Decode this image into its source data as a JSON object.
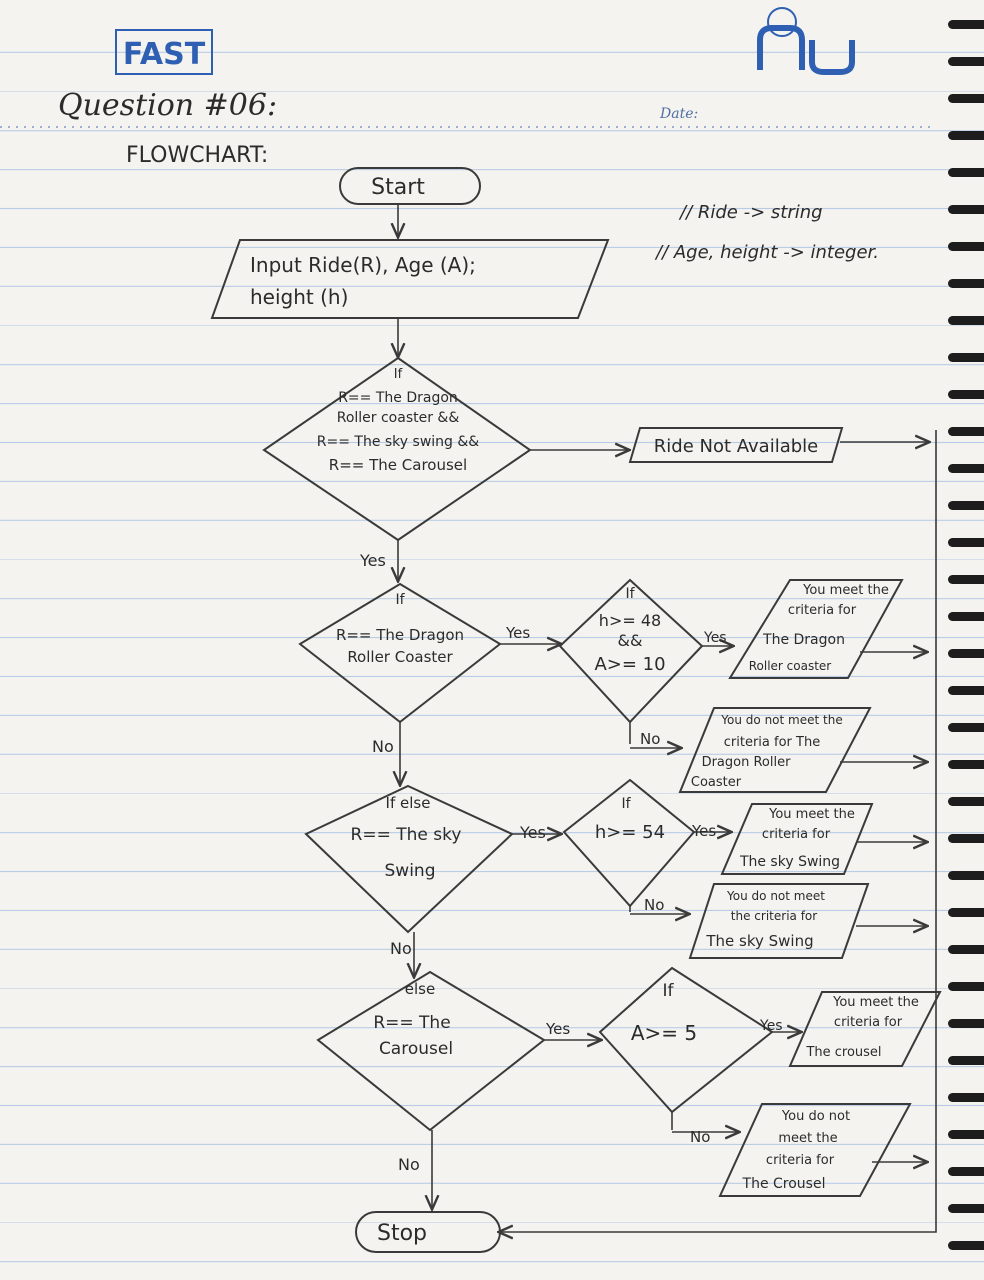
{
  "header": {
    "logo_text": "FAST",
    "question": "Question #06:",
    "subtitle": "FLOWCHART:",
    "date_label": "Date:"
  },
  "notes": {
    "line1": "// Ride -> string",
    "line2": "// Age, height -> integer."
  },
  "flowchart": {
    "start": "Start",
    "input": [
      "Input Ride(R), Age (A);",
      "height (h)"
    ],
    "decision_main": [
      "If",
      "R== The Dragon",
      "Roller coaster &&",
      "R== The sky swing &&",
      "R== The Carousel"
    ],
    "ride_not_available": "Ride Not Available",
    "yes_main": "Yes",
    "decision_dragon": [
      "If",
      "R== The Dragon",
      "Roller Coaster"
    ],
    "yes_dragon": "Yes",
    "decision_dragon_crit": [
      "If",
      "h>= 48",
      "&&",
      "A>= 10"
    ],
    "yes_dragon_crit": "Yes",
    "out_dragon_yes": [
      "You meet the",
      "criteria for",
      "The Dragon",
      "Roller coaster"
    ],
    "no_dragon_crit": "No",
    "out_dragon_no": [
      "You do not meet the",
      "criteria for The",
      "Dragon Roller",
      "Coaster"
    ],
    "no_dragon": "No",
    "decision_sky": [
      "If else",
      "R== The sky",
      "Swing"
    ],
    "yes_sky": "Yes",
    "decision_sky_crit": [
      "If",
      "h>= 54"
    ],
    "yes_sky_crit": "Yes",
    "out_sky_yes": [
      "You meet the",
      "criteria for",
      "The sky Swing"
    ],
    "no_sky_crit": "No",
    "out_sky_no": [
      "You do not meet",
      "the criteria for",
      "The sky Swing"
    ],
    "no_sky": "No",
    "decision_carousel": [
      "else",
      "R== The",
      "Carousel"
    ],
    "yes_carousel": "Yes",
    "decision_carousel_crit": [
      "If",
      "A>= 5"
    ],
    "yes_carousel_crit": "Yes",
    "out_carousel_yes": [
      "You meet the",
      "criteria for",
      "The crousel"
    ],
    "no_carousel_crit": "No",
    "out_carousel_no": [
      "You do not",
      "meet the",
      "criteria for",
      "The Crousel"
    ],
    "no_carousel": "No",
    "stop": "Stop"
  }
}
